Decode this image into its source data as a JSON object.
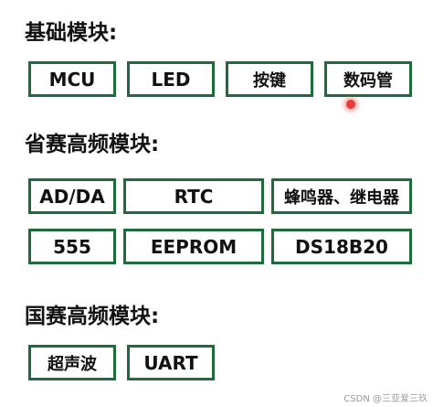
{
  "sections": {
    "basic": {
      "heading": "基础模块:",
      "items": [
        "MCU",
        "LED",
        "按键",
        "数码管"
      ]
    },
    "provincial": {
      "heading": "省赛高频模块:",
      "items": [
        "AD/DA",
        "RTC",
        "蜂鸣器、继电器",
        "555",
        "EEPROM",
        "DS18B20"
      ]
    },
    "national": {
      "heading": "国赛高频模块:",
      "items": [
        "超声波",
        "UART"
      ]
    }
  },
  "watermark": "CSDN @三亚爱三玖",
  "colors": {
    "border": "#1e6b3c",
    "cursor": "#e83a3a"
  }
}
